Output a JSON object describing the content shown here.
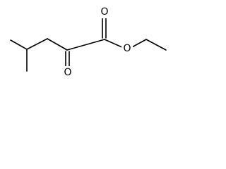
{
  "molecule": {
    "name": "",
    "atom_labels": {
      "carbonyl_oxygen_ester": "O",
      "carbonyl_oxygen_ketone": "O",
      "ester_oxygen": "O"
    },
    "colors": {
      "bond": "#000000",
      "label": "#000000",
      "background": "#ffffff"
    }
  }
}
